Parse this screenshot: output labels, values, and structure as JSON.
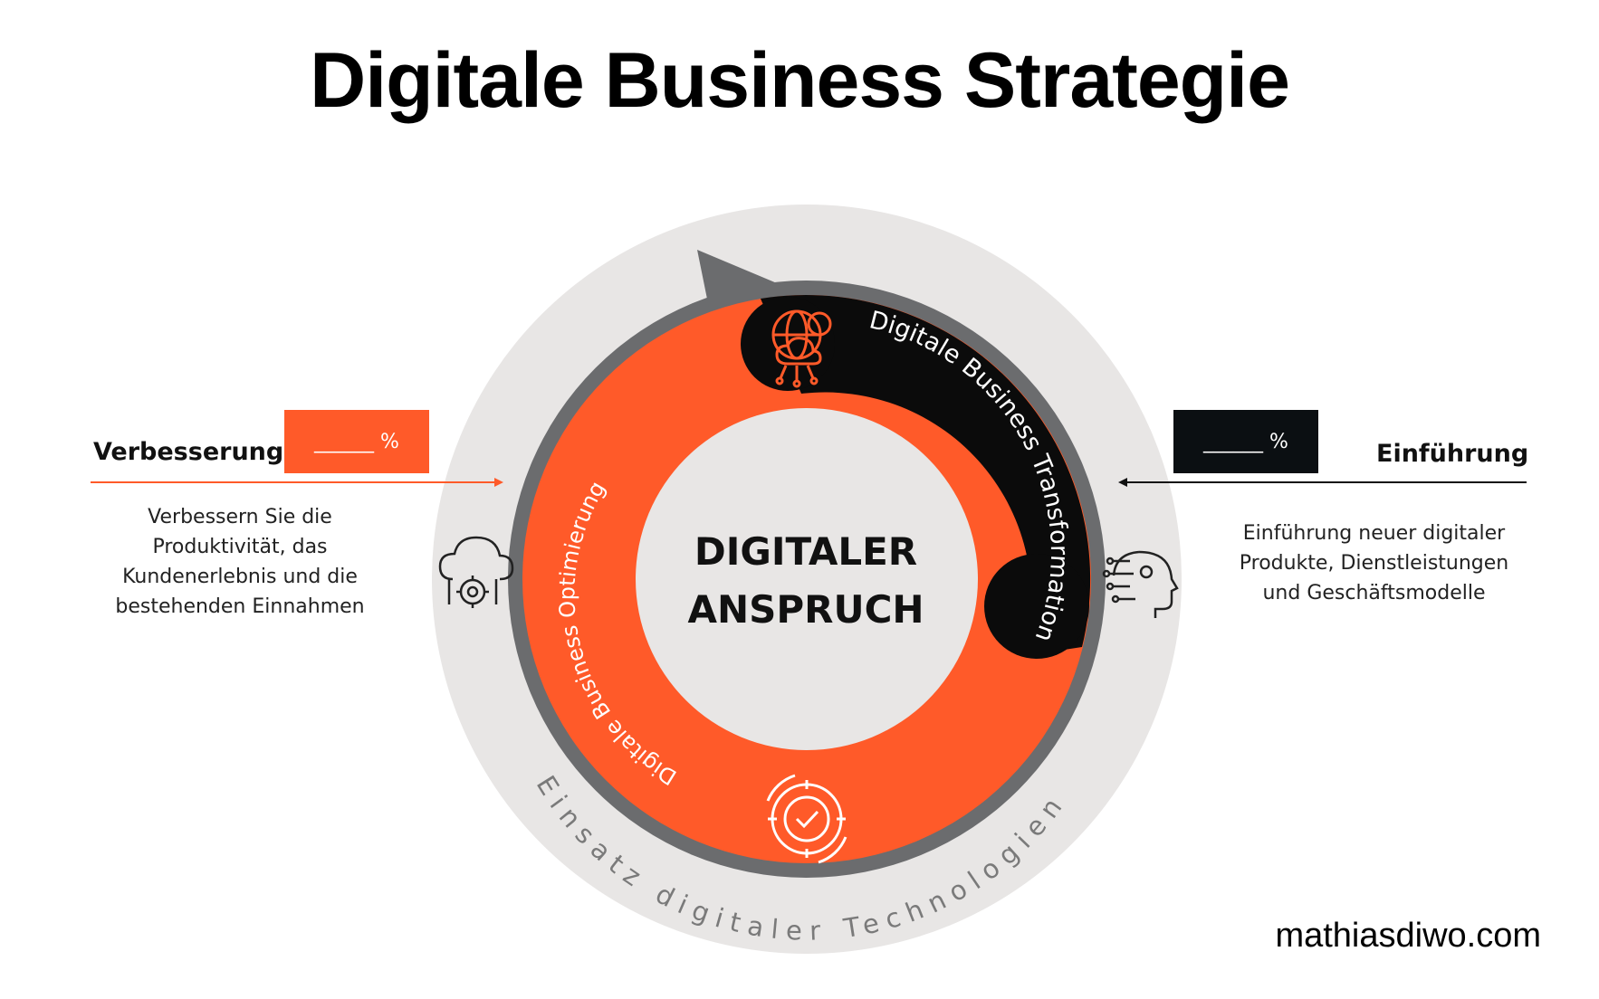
{
  "title": "Digitale Business Strategie",
  "center": {
    "line1": "DIGITALER",
    "line2": "ANSPRUCH"
  },
  "ring_labels": {
    "transformation": "Digitale Business Transformation",
    "optimierung": "Digitale Business Optimierung",
    "outer": "Einsatz digitaler Technologien"
  },
  "left": {
    "label": "Verbesserung",
    "percent": "______ %",
    "description": "Verbessern Sie die\nProduktivität, das\nKundenerlebnis und die\nbestehenden Einnahmen"
  },
  "right": {
    "label": "Einführung",
    "percent": "______ %",
    "description": "Einführung neuer digitaler\nProdukte, Dienstleistungen\nund Geschäftsmodelle"
  },
  "icons": {
    "top": "globe-gear-cloud-icon",
    "left": "cloud-gear-icon",
    "right": "ai-head-circuit-icon",
    "bottom": "gear-check-cycle-icon"
  },
  "footer": "mathiasdiwo.com",
  "colors": {
    "orange": "#ff5a29",
    "black": "#0b0b0b",
    "gray_ring": "#6b6c6e",
    "light_gray": "#e8e6e5"
  }
}
